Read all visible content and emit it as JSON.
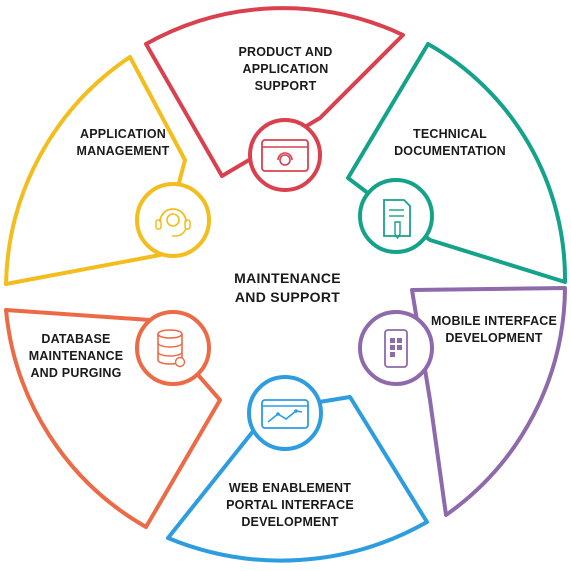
{
  "center": {
    "line1": "MAINTENANCE",
    "line2": "AND SUPPORT"
  },
  "segments": [
    {
      "id": "product",
      "lines": [
        "PRODUCT AND",
        "APPLICATION",
        "SUPPORT"
      ],
      "color": "#d9414e",
      "icon": "headset-browser-icon"
    },
    {
      "id": "technical",
      "lines": [
        "TECHNICAL",
        "DOCUMENTATION"
      ],
      "color": "#14a38a",
      "icon": "document-pen-icon"
    },
    {
      "id": "mobile",
      "lines": [
        "MOBILE INTERFACE",
        "DEVELOPMENT"
      ],
      "color": "#8e6aad",
      "icon": "mobile-phone-icon"
    },
    {
      "id": "web",
      "lines": [
        "WEB ENABLEMENT",
        "PORTAL INTERFACE",
        "DEVELOPMENT"
      ],
      "color": "#2e9de0",
      "icon": "browser-chart-icon"
    },
    {
      "id": "database",
      "lines": [
        "DATABASE",
        "MAINTENANCE",
        "AND PURGING"
      ],
      "color": "#ec6a45",
      "icon": "database-gear-icon"
    },
    {
      "id": "appmgmt",
      "lines": [
        "APPLICATION",
        "MANAGEMENT"
      ],
      "color": "#f2bd1d",
      "icon": "headset-gear-icon"
    }
  ]
}
